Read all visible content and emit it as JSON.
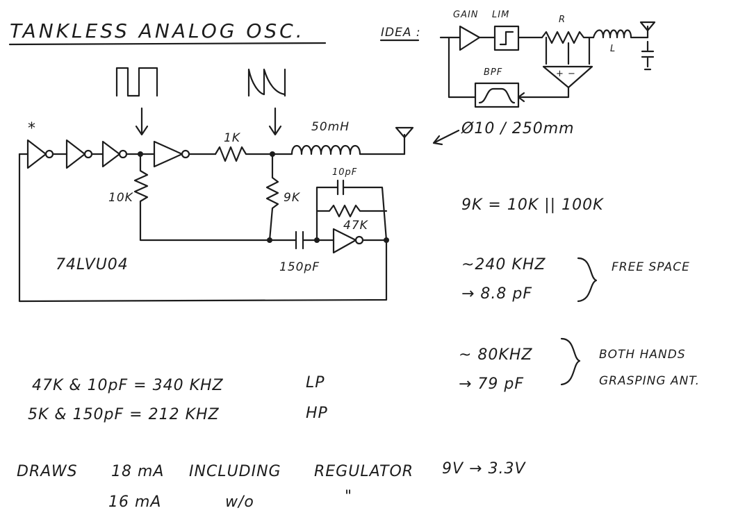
{
  "colors": {
    "ink": "#1c1c1c",
    "paper": "#ffffff"
  },
  "title": "TANKLESS ANALOG OSC.",
  "idea": {
    "label": "IDEA :",
    "gain": "GAIN",
    "lim": "LIM",
    "r": "R",
    "l": "L",
    "bpf": "BPF"
  },
  "schematic": {
    "star": "*",
    "r1k": "1K",
    "l50": "50mH",
    "r10k": "10K",
    "r9k": "9K",
    "c10p": "10pF",
    "r47k": "47K",
    "c150p": "150pF",
    "ic": "74LVU04",
    "antenna_note": "Ø10 / 250mm"
  },
  "notes": {
    "parallel": "9K = 10K || 100K",
    "free_freq": "~240 KHZ",
    "free_cap": "→ 8.8 pF",
    "free_label": "FREE SPACE",
    "hands_freq": "~ 80KHZ",
    "hands_cap": "→ 79 pF",
    "hands_label1": "BOTH HANDS",
    "hands_label2": "GRASPING ANT.",
    "lp_line": "47K & 10pF = 340 KHZ",
    "lp": "LP",
    "hp_line": "5K & 150pF = 212 KHZ",
    "hp": "HP",
    "draws": "DRAWS",
    "draw1": "18 mA",
    "incl": "INCLUDING",
    "reg": "REGULATOR",
    "volt": "9V → 3.3V",
    "draw2": "16 mA",
    "wo": "w/o",
    "ditto": "\""
  }
}
